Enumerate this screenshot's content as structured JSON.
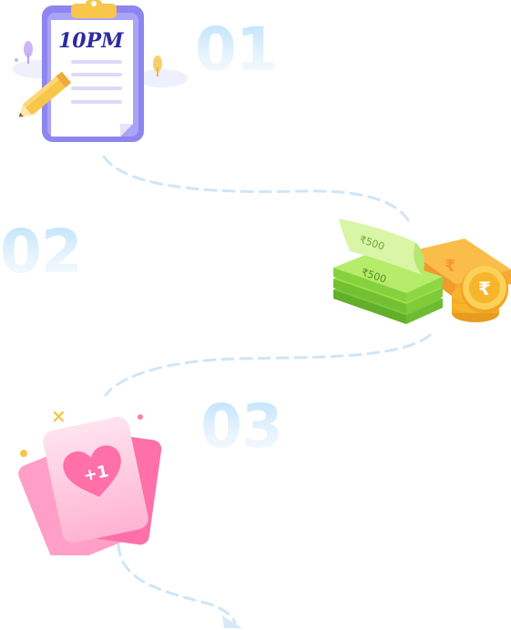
{
  "steps": [
    {
      "number": "01"
    },
    {
      "number": "02"
    },
    {
      "number": "03"
    }
  ],
  "clipboard": {
    "time_text": "10PM"
  },
  "money": {
    "note_top_text": "₹500",
    "note_bottom_text": "₹500",
    "coin_symbol": "₹",
    "bundle_symbol": "₹"
  },
  "card": {
    "heart_text": "+1"
  },
  "colors": {
    "number_gradient_top": "#bfe3fb",
    "path_dash": "#cfe6f7",
    "clipboard_purple": "#8d86f0",
    "clipboard_clip": "#f7c64a",
    "note_green": "#9be04a",
    "coin_gold": "#f6b52b",
    "card_pink": "#ff8fbd"
  }
}
